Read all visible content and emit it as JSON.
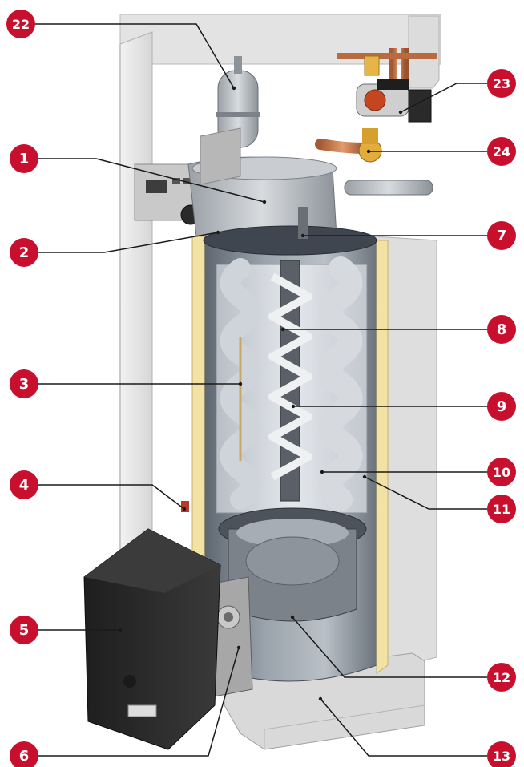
{
  "colors": {
    "badge": "#c8102e",
    "badge_text": "#ffffff",
    "leader": "#1a1a1a",
    "cabinet": "#e9e9e9",
    "insulation": "#f0dfa0",
    "steel": "#8a9099",
    "burner": "#2d2d2d"
  },
  "callouts": [
    {
      "id": "c22",
      "label": "22",
      "part": "expansion-vessel"
    },
    {
      "id": "c1",
      "label": "1",
      "part": "flue-hood"
    },
    {
      "id": "c2",
      "label": "2",
      "part": "top-insulation"
    },
    {
      "id": "c3",
      "label": "3",
      "part": "sensor-well"
    },
    {
      "id": "c4",
      "label": "4",
      "part": "drain-valve"
    },
    {
      "id": "c5",
      "label": "5",
      "part": "burner"
    },
    {
      "id": "c6",
      "label": "6",
      "part": "burner-flange"
    },
    {
      "id": "c7",
      "label": "7",
      "part": "flue-outlet"
    },
    {
      "id": "c8",
      "label": "8",
      "part": "flue-tube"
    },
    {
      "id": "c9",
      "label": "9",
      "part": "turbulator"
    },
    {
      "id": "c10",
      "label": "10",
      "part": "heat-exchanger-coil"
    },
    {
      "id": "c11",
      "label": "11",
      "part": "water-tank"
    },
    {
      "id": "c12",
      "label": "12",
      "part": "combustion-chamber"
    },
    {
      "id": "c13",
      "label": "13",
      "part": "base-frame"
    },
    {
      "id": "c23",
      "label": "23",
      "part": "circulation-pump"
    },
    {
      "id": "c24",
      "label": "24",
      "part": "safety-valve"
    }
  ]
}
